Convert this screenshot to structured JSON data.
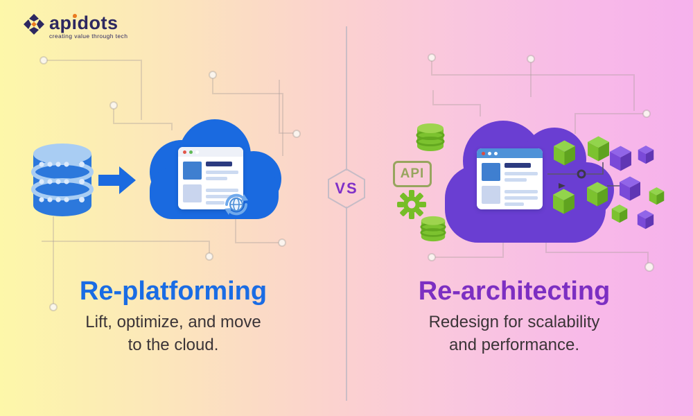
{
  "logo": {
    "name_prefix": "ap",
    "name_i": "i",
    "name_suffix": "dots",
    "tagline": "creating value through tech"
  },
  "divider": {
    "vs_label": "VS"
  },
  "left_panel": {
    "title": "Re-platforming",
    "description_line1": "Lift, optimize, and move",
    "description_line2": "to the cloud."
  },
  "right_panel": {
    "title": "Re-architecting",
    "description_line1": "Redesign for scalability",
    "description_line2": "and performance.",
    "api_badge_label": "API"
  },
  "colors": {
    "background_left": "#fdf7a9",
    "background_right": "#f6b1ec",
    "left_accent_blue": "#1a6ce4",
    "right_accent_purple": "#7c2fc2",
    "vs_purple": "#8030c8",
    "green_accent": "#7cc22f",
    "logo_navy": "#2d2860",
    "logo_orange": "#ea7a1f"
  }
}
